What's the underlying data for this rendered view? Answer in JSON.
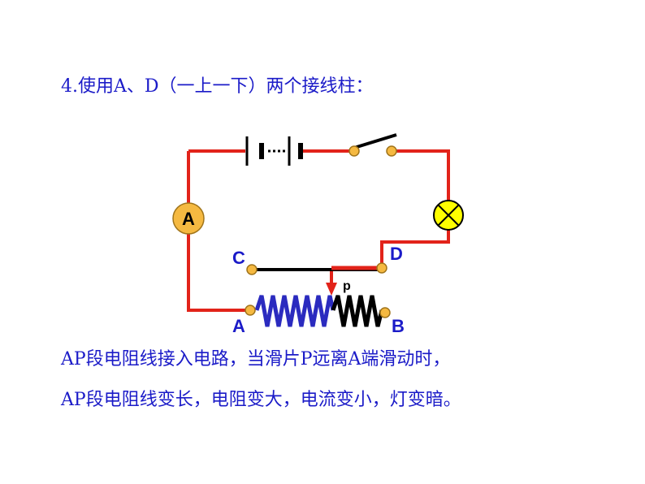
{
  "title": "4.使用A、D（一上一下）两个接线柱：",
  "description": [
    "AP段电阻线接入电路，当滑片P远离A端滑动时，",
    "AP段电阻线变长，电阻变大，电流变小，灯变暗。"
  ],
  "circuit": {
    "ammeter_label": "A",
    "terminal_labels": {
      "a": "A",
      "b": "B",
      "c": "C",
      "d": "D"
    },
    "slider_label": "p",
    "colors": {
      "wire": "#e2231a",
      "terminal": "#f5b941",
      "resistor_active": "#2b2bbf",
      "resistor_idle": "#000000",
      "lamp": "#ffff00",
      "label": "#1b1bc8"
    }
  }
}
